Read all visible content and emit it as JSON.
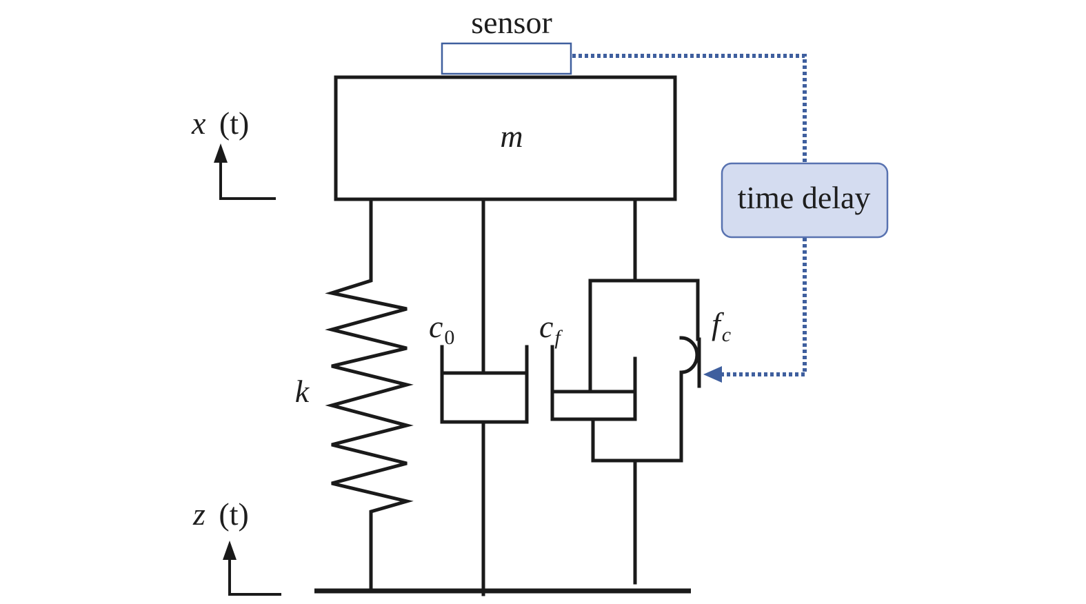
{
  "labels": {
    "sensor": "sensor",
    "mass": "m",
    "x_disp_var": "x",
    "x_disp_arg": "(t)",
    "z_disp_var": "z",
    "z_disp_arg": "(t)",
    "spring": "k",
    "damper0_main": "c",
    "damper0_sub": "0",
    "damperf_main": "c",
    "damperf_sub": "f",
    "friction_main": "f",
    "friction_sub": "c",
    "delay_box": "time delay"
  },
  "colors": {
    "ink": "#1a1a1a",
    "sensor_border": "#3f5f9e",
    "delay_fill": "#d4dcf0",
    "delay_border": "#5872b0",
    "feedback_line": "#3f5f9e"
  }
}
